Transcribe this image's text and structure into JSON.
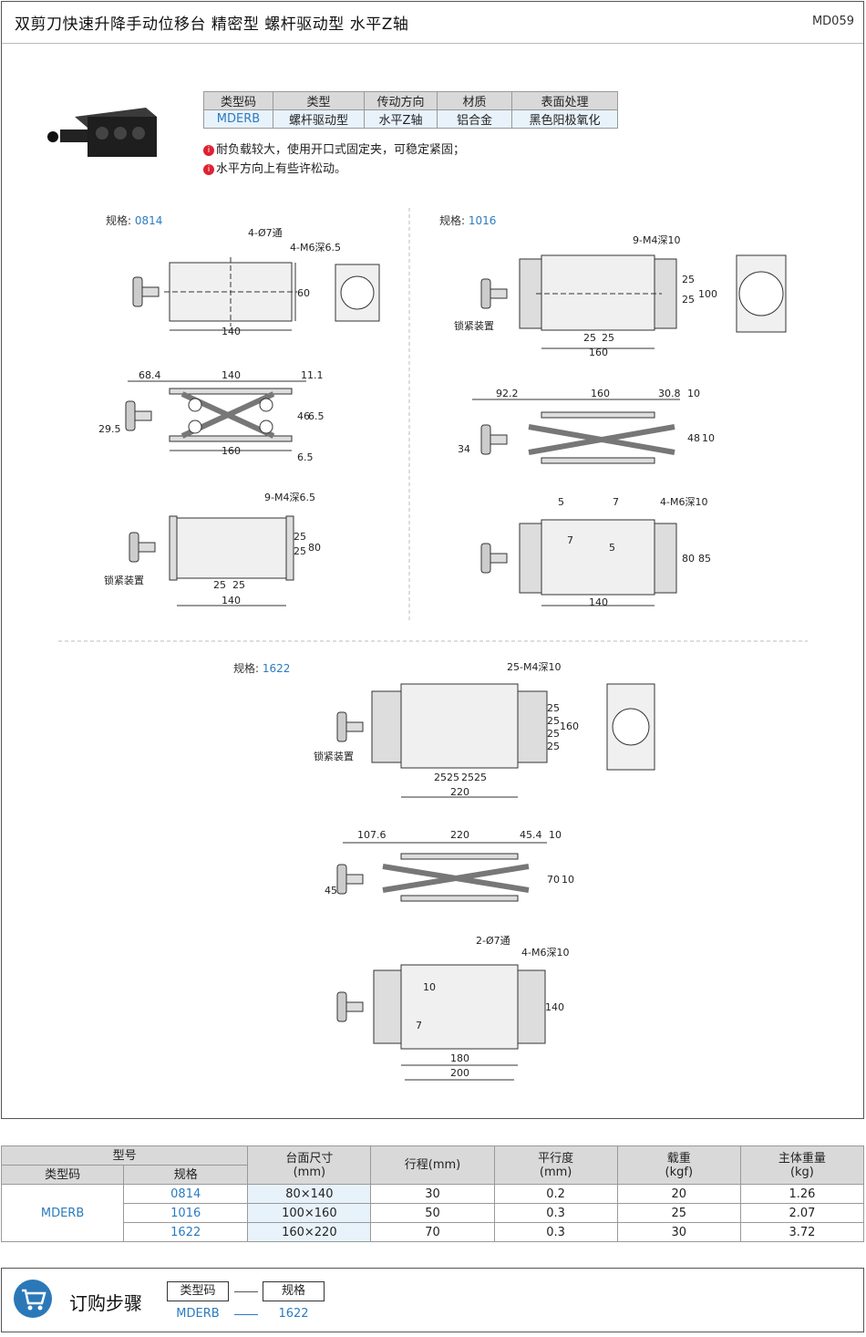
{
  "header": {
    "title": "双剪刀快速升降手动位移台  精密型  螺杆驱动型  水平Z轴",
    "code": "MD059"
  },
  "spec_table": {
    "headers": [
      "类型码",
      "类型",
      "传动方向",
      "材质",
      "表面处理"
    ],
    "row": [
      "MDERB",
      "螺杆驱动型",
      "水平Z轴",
      "铝合金",
      "黑色阳极氧化"
    ]
  },
  "notes": [
    "耐负载较大，使用开口式固定夹，可稳定紧固；",
    "水平方向上有些许松动。"
  ],
  "note_icon": "info-icon",
  "spec_labels": [
    {
      "prefix": "规格:",
      "value": "0814"
    },
    {
      "prefix": "规格:",
      "value": "1016"
    },
    {
      "prefix": "规格:",
      "value": "1622"
    }
  ],
  "dims_0814": {
    "holes_a": "4-Ø7通",
    "holes_b": "4-M6深6.5",
    "w140": "140",
    "h60": "60",
    "side_684": "68.4",
    "side_140": "140",
    "side_111": "11.1",
    "side_295": "29.5",
    "side_46": "46",
    "side_65a": "6.5",
    "side_160": "160",
    "side_65b": "6.5",
    "bot_holes": "9-M4深6.5",
    "bot_25a": "25",
    "bot_25b": "25",
    "bot_80": "80",
    "bot_25c": "25",
    "bot_25d": "25",
    "bot_140": "140",
    "lock": "锁紧装置"
  },
  "dims_1016": {
    "holes": "9-M4深10",
    "d25a": "25",
    "d25b": "25",
    "d100": "100",
    "d25c": "25",
    "d25d": "25",
    "w160": "160",
    "lock": "锁紧装置",
    "s922": "92.2",
    "s160": "160",
    "s308": "30.8",
    "s10a": "10",
    "s34": "34",
    "s48": "48",
    "s10b": "10",
    "b5": "5",
    "b7": "7",
    "b_holes": "4-M6深10",
    "b7v": "7",
    "b5v": "5",
    "b80": "80",
    "b85": "85",
    "b140": "140"
  },
  "dims_1622": {
    "holes": "25-M4深10",
    "d25s": [
      "25",
      "25",
      "25",
      "25"
    ],
    "d160": "160",
    "bx25": [
      "25",
      "25",
      "25",
      "25"
    ],
    "w220": "220",
    "lock": "锁紧装置",
    "s1076": "107.6",
    "s220": "220",
    "s454": "45.4",
    "s10a": "10",
    "s45": "45",
    "s70": "70",
    "s10b": "10",
    "b_holes_a": "2-Ø7通",
    "b_holes_b": "4-M6深10",
    "b10": "10",
    "b7": "7",
    "b140": "140",
    "b180": "180",
    "b200": "200"
  },
  "models_table": {
    "header_group": "型号",
    "headers": [
      "类型码",
      "规格",
      "台面尺寸\n(mm)",
      "行程(mm)",
      "平行度\n(mm)",
      "载重\n(kgf)",
      "主体重量\n(kg)"
    ],
    "type_code": "MDERB",
    "rows": [
      {
        "spec": "0814",
        "size": "80×140",
        "stroke": "30",
        "parallel": "0.2",
        "load": "20",
        "weight": "1.26"
      },
      {
        "spec": "1016",
        "size": "100×160",
        "stroke": "50",
        "parallel": "0.3",
        "load": "25",
        "weight": "2.07"
      },
      {
        "spec": "1622",
        "size": "160×220",
        "stroke": "70",
        "parallel": "0.3",
        "load": "30",
        "weight": "3.72"
      }
    ]
  },
  "order": {
    "title": "订购步骤",
    "icon": "cart-icon",
    "box1": "类型码",
    "box2": "规格",
    "val1": "MDERB",
    "val2": "1622"
  }
}
